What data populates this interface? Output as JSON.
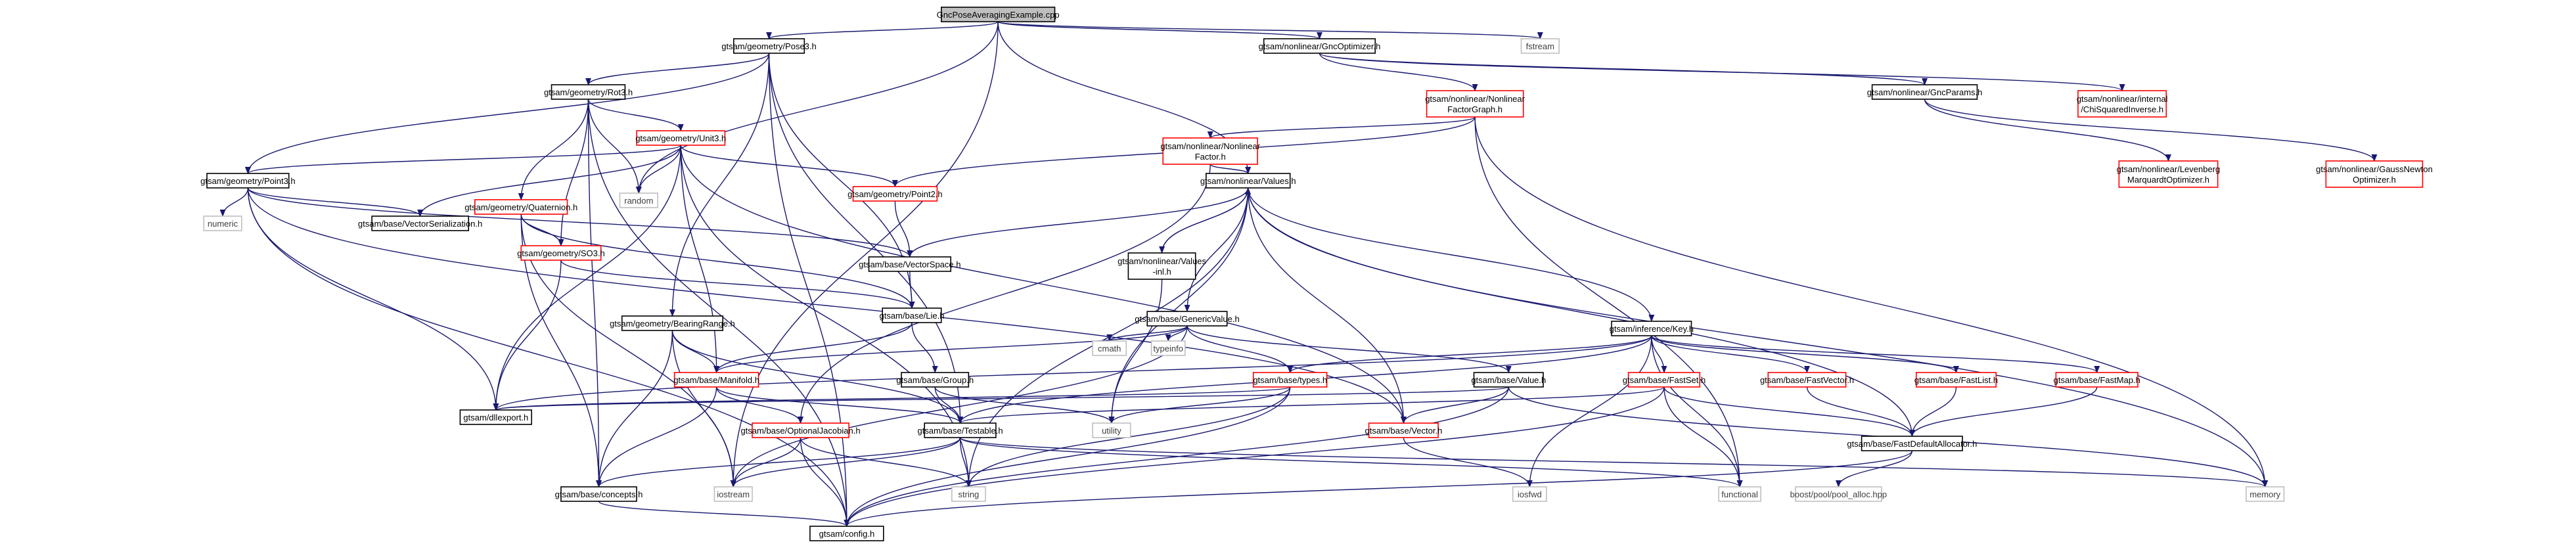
{
  "colors": {
    "root_fill": "#bfbfbf",
    "root_border": "#000000",
    "normal_border": "#000000",
    "missing_border": "#ff0000",
    "external_border": "#bfbfbf",
    "external_text": "#404040",
    "edge": "#191970",
    "text": "#000000"
  },
  "nodes": [
    {
      "id": "n0",
      "lines": [
        "GncPoseAveragingExample.cpp"
      ],
      "kind": "root"
    },
    {
      "id": "n1",
      "lines": [
        "gtsam/geometry/Pose3.h"
      ],
      "kind": "normal"
    },
    {
      "id": "n2",
      "lines": [
        "gtsam/nonlinear/GncOptimizer.h"
      ],
      "kind": "normal"
    },
    {
      "id": "n3",
      "lines": [
        "fstream"
      ],
      "kind": "external"
    },
    {
      "id": "n4",
      "lines": [
        "gtsam/geometry/Rot3.h"
      ],
      "kind": "normal"
    },
    {
      "id": "n5",
      "lines": [
        "gtsam/nonlinear/Nonlinear",
        "FactorGraph.h"
      ],
      "kind": "missing"
    },
    {
      "id": "n6",
      "lines": [
        "gtsam/nonlinear/GncParams.h"
      ],
      "kind": "normal"
    },
    {
      "id": "n7",
      "lines": [
        "gtsam/nonlinear/internal",
        "/ChiSquaredInverse.h"
      ],
      "kind": "missing"
    },
    {
      "id": "n8",
      "lines": [
        "gtsam/geometry/Unit3.h"
      ],
      "kind": "missing"
    },
    {
      "id": "n9",
      "lines": [
        "gtsam/nonlinear/Nonlinear",
        "Factor.h"
      ],
      "kind": "missing"
    },
    {
      "id": "n10",
      "lines": [
        "gtsam/nonlinear/Levenberg",
        "MarquardtOptimizer.h"
      ],
      "kind": "missing"
    },
    {
      "id": "n11",
      "lines": [
        "gtsam/nonlinear/GaussNewton",
        "Optimizer.h"
      ],
      "kind": "missing"
    },
    {
      "id": "n12",
      "lines": [
        "gtsam/geometry/Point3.h"
      ],
      "kind": "normal"
    },
    {
      "id": "n13",
      "lines": [
        "numeric"
      ],
      "kind": "external"
    },
    {
      "id": "n14",
      "lines": [
        "gtsam/base/VectorSerialization.h"
      ],
      "kind": "normal"
    },
    {
      "id": "n15",
      "lines": [
        "gtsam/geometry/Quaternion.h"
      ],
      "kind": "missing"
    },
    {
      "id": "n16",
      "lines": [
        "random"
      ],
      "kind": "external"
    },
    {
      "id": "n17",
      "lines": [
        "gtsam/geometry/Point2.h"
      ],
      "kind": "missing"
    },
    {
      "id": "n18",
      "lines": [
        "gtsam/nonlinear/Values.h"
      ],
      "kind": "normal"
    },
    {
      "id": "n19",
      "lines": [
        "gtsam/geometry/SO3.h"
      ],
      "kind": "missing"
    },
    {
      "id": "n20",
      "lines": [
        "gtsam/base/VectorSpace.h"
      ],
      "kind": "normal"
    },
    {
      "id": "n21",
      "lines": [
        "gtsam/nonlinear/Values",
        "-inl.h"
      ],
      "kind": "normal"
    },
    {
      "id": "n22",
      "lines": [
        "gtsam/geometry/BearingRange.h"
      ],
      "kind": "normal"
    },
    {
      "id": "n23",
      "lines": [
        "gtsam/base/Lie.h"
      ],
      "kind": "normal"
    },
    {
      "id": "n24",
      "lines": [
        "gtsam/base/GenericValue.h"
      ],
      "kind": "normal"
    },
    {
      "id": "n25",
      "lines": [
        "cmath"
      ],
      "kind": "external"
    },
    {
      "id": "n26",
      "lines": [
        "typeinfo"
      ],
      "kind": "external"
    },
    {
      "id": "n27",
      "lines": [
        "gtsam/inference/Key.h"
      ],
      "kind": "normal"
    },
    {
      "id": "n28",
      "lines": [
        "gtsam/base/Manifold.h"
      ],
      "kind": "missing"
    },
    {
      "id": "n29",
      "lines": [
        "gtsam/base/Group.h"
      ],
      "kind": "normal"
    },
    {
      "id": "n30",
      "lines": [
        "gtsam/base/types.h"
      ],
      "kind": "missing"
    },
    {
      "id": "n31",
      "lines": [
        "gtsam/base/Value.h"
      ],
      "kind": "normal"
    },
    {
      "id": "n32",
      "lines": [
        "gtsam/base/FastSet.h"
      ],
      "kind": "missing"
    },
    {
      "id": "n33",
      "lines": [
        "gtsam/base/FastVector.h"
      ],
      "kind": "missing"
    },
    {
      "id": "n34",
      "lines": [
        "gtsam/base/FastList.h"
      ],
      "kind": "missing"
    },
    {
      "id": "n35",
      "lines": [
        "gtsam/base/FastMap.h"
      ],
      "kind": "missing"
    },
    {
      "id": "n36",
      "lines": [
        "gtsam/dllexport.h"
      ],
      "kind": "normal"
    },
    {
      "id": "n37",
      "lines": [
        "gtsam/base/OptionalJacobian.h"
      ],
      "kind": "missing"
    },
    {
      "id": "n38",
      "lines": [
        "gtsam/base/Testable.h"
      ],
      "kind": "normal"
    },
    {
      "id": "n39",
      "lines": [
        "utility"
      ],
      "kind": "external"
    },
    {
      "id": "n40",
      "lines": [
        "gtsam/base/Vector.h"
      ],
      "kind": "missing"
    },
    {
      "id": "n41",
      "lines": [
        "gtsam/base/FastDefaultAllocator.h"
      ],
      "kind": "normal"
    },
    {
      "id": "n42",
      "lines": [
        "gtsam/base/concepts.h"
      ],
      "kind": "normal"
    },
    {
      "id": "n43",
      "lines": [
        "iostream"
      ],
      "kind": "external"
    },
    {
      "id": "n44",
      "lines": [
        "string"
      ],
      "kind": "external"
    },
    {
      "id": "n45",
      "lines": [
        "functional"
      ],
      "kind": "external"
    },
    {
      "id": "n46",
      "lines": [
        "memory"
      ],
      "kind": "external"
    },
    {
      "id": "n47",
      "lines": [
        "iosfwd"
      ],
      "kind": "external"
    },
    {
      "id": "n48",
      "lines": [
        "boost/pool/pool_alloc.hpp"
      ],
      "kind": "external"
    },
    {
      "id": "n49",
      "lines": [
        "gtsam/config.h"
      ],
      "kind": "normal"
    }
  ],
  "edges": [
    [
      "n0",
      "n1"
    ],
    [
      "n0",
      "n2"
    ],
    [
      "n0",
      "n3"
    ],
    [
      "n0",
      "n16"
    ],
    [
      "n0",
      "n18"
    ],
    [
      "n0",
      "n43"
    ],
    [
      "n1",
      "n4"
    ],
    [
      "n1",
      "n12"
    ],
    [
      "n1",
      "n22"
    ],
    [
      "n1",
      "n23"
    ],
    [
      "n1",
      "n38"
    ],
    [
      "n1",
      "n49"
    ],
    [
      "n2",
      "n5"
    ],
    [
      "n2",
      "n6"
    ],
    [
      "n2",
      "n7"
    ],
    [
      "n4",
      "n8"
    ],
    [
      "n4",
      "n15"
    ],
    [
      "n4",
      "n19"
    ],
    [
      "n4",
      "n16"
    ],
    [
      "n4",
      "n42"
    ],
    [
      "n4",
      "n49"
    ],
    [
      "n5",
      "n9"
    ],
    [
      "n5",
      "n17"
    ],
    [
      "n5",
      "n46"
    ],
    [
      "n5",
      "n45"
    ],
    [
      "n6",
      "n10"
    ],
    [
      "n6",
      "n11"
    ],
    [
      "n8",
      "n12"
    ],
    [
      "n8",
      "n17"
    ],
    [
      "n8",
      "n14"
    ],
    [
      "n8",
      "n16"
    ],
    [
      "n8",
      "n28"
    ],
    [
      "n8",
      "n36"
    ],
    [
      "n8",
      "n44"
    ],
    [
      "n8",
      "n40"
    ],
    [
      "n9",
      "n18"
    ],
    [
      "n9",
      "n37"
    ],
    [
      "n12",
      "n13"
    ],
    [
      "n12",
      "n14"
    ],
    [
      "n12",
      "n20"
    ],
    [
      "n12",
      "n36"
    ],
    [
      "n12",
      "n40"
    ],
    [
      "n12",
      "n49"
    ],
    [
      "n15",
      "n19"
    ],
    [
      "n15",
      "n23"
    ],
    [
      "n15",
      "n42"
    ],
    [
      "n15",
      "n43"
    ],
    [
      "n17",
      "n20"
    ],
    [
      "n18",
      "n20"
    ],
    [
      "n18",
      "n21"
    ],
    [
      "n18",
      "n24"
    ],
    [
      "n18",
      "n27"
    ],
    [
      "n18",
      "n41"
    ],
    [
      "n18",
      "n44"
    ],
    [
      "n18",
      "n39"
    ],
    [
      "n18",
      "n46"
    ],
    [
      "n18",
      "n40"
    ],
    [
      "n19",
      "n36"
    ],
    [
      "n19",
      "n23"
    ],
    [
      "n20",
      "n23"
    ],
    [
      "n21",
      "n18"
    ],
    [
      "n21",
      "n39"
    ],
    [
      "n22",
      "n28"
    ],
    [
      "n22",
      "n38"
    ],
    [
      "n22",
      "n42"
    ],
    [
      "n22",
      "n43"
    ],
    [
      "n23",
      "n28"
    ],
    [
      "n23",
      "n29"
    ],
    [
      "n24",
      "n25"
    ],
    [
      "n24",
      "n26"
    ],
    [
      "n24",
      "n30"
    ],
    [
      "n24",
      "n31"
    ],
    [
      "n24",
      "n28"
    ],
    [
      "n24",
      "n43"
    ],
    [
      "n27",
      "n30"
    ],
    [
      "n27",
      "n32"
    ],
    [
      "n27",
      "n33"
    ],
    [
      "n27",
      "n34"
    ],
    [
      "n27",
      "n35"
    ],
    [
      "n27",
      "n36"
    ],
    [
      "n27",
      "n47"
    ],
    [
      "n27",
      "n45"
    ],
    [
      "n27",
      "n38"
    ],
    [
      "n28",
      "n42"
    ],
    [
      "n28",
      "n37"
    ],
    [
      "n28",
      "n38"
    ],
    [
      "n29",
      "n38"
    ],
    [
      "n29",
      "n39"
    ],
    [
      "n30",
      "n36"
    ],
    [
      "n30",
      "n44"
    ],
    [
      "n30",
      "n49"
    ],
    [
      "n30",
      "n39"
    ],
    [
      "n31",
      "n40"
    ],
    [
      "n31",
      "n46"
    ],
    [
      "n31",
      "n49"
    ],
    [
      "n31",
      "n36"
    ],
    [
      "n32",
      "n41"
    ],
    [
      "n32",
      "n45"
    ],
    [
      "n32",
      "n49"
    ],
    [
      "n32",
      "n38"
    ],
    [
      "n33",
      "n41"
    ],
    [
      "n34",
      "n41"
    ],
    [
      "n35",
      "n41"
    ],
    [
      "n37",
      "n44"
    ],
    [
      "n37",
      "n49"
    ],
    [
      "n37",
      "n43"
    ],
    [
      "n38",
      "n43"
    ],
    [
      "n38",
      "n44"
    ],
    [
      "n38",
      "n45"
    ],
    [
      "n38",
      "n46"
    ],
    [
      "n38",
      "n42"
    ],
    [
      "n40",
      "n47"
    ],
    [
      "n41",
      "n48"
    ],
    [
      "n41",
      "n49"
    ],
    [
      "n42",
      "n49"
    ]
  ]
}
